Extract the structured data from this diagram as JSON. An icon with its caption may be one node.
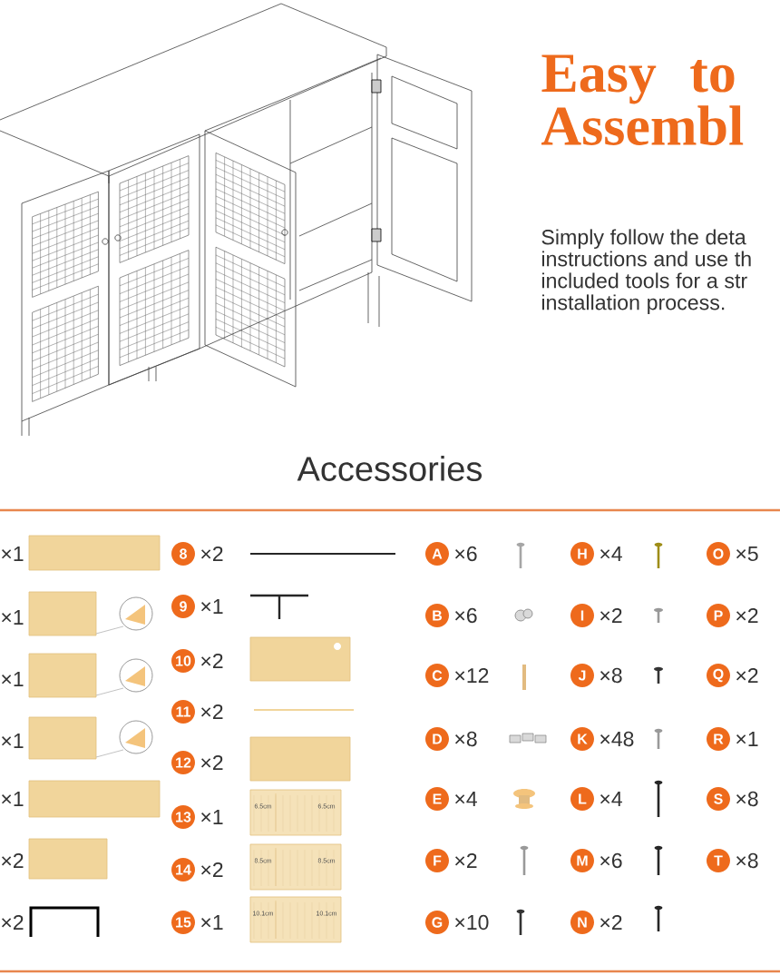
{
  "diagram": {
    "title": "Easy to Assembl",
    "nodes": [
      {
        "text": [
          "8"
        ],
        "beside": [
          "×2"
        ]
      },
      {
        "text": [
          "9"
        ],
        "beside": [
          "×1"
        ]
      },
      {
        "text": [
          "10"
        ],
        "beside": [
          "×2"
        ]
      },
      {
        "text": [
          "11"
        ],
        "beside": [
          "×2"
        ]
      },
      {
        "text": [
          "12"
        ],
        "beside": [
          "×2"
        ]
      },
      {
        "text": [
          "13"
        ],
        "beside": [
          "×1"
        ]
      },
      {
        "text": [
          "14"
        ],
        "beside": [
          "×2"
        ]
      },
      {
        "text": [
          "15"
        ],
        "beside": [
          "×1"
        ]
      },
      {
        "text": [
          "A"
        ],
        "beside": [
          "×6"
        ]
      },
      {
        "text": [
          "B"
        ],
        "beside": [
          "×6"
        ]
      },
      {
        "text": [
          "C"
        ],
        "beside": [
          "×12"
        ]
      },
      {
        "text": [
          "D"
        ],
        "beside": [
          "×8"
        ]
      },
      {
        "text": [
          "E"
        ],
        "beside": [
          "×4"
        ]
      },
      {
        "text": [
          "F"
        ],
        "beside": [
          "×2"
        ]
      },
      {
        "text": [
          "G"
        ],
        "beside": [
          "×10"
        ]
      },
      {
        "text": [
          "H"
        ],
        "beside": [
          "×4"
        ]
      },
      {
        "text": [
          "I"
        ],
        "beside": [
          "×2"
        ]
      },
      {
        "text": [
          "J"
        ],
        "beside": [
          "×8"
        ]
      },
      {
        "text": [
          "K"
        ],
        "beside": [
          "×48"
        ]
      },
      {
        "text": [
          "L"
        ],
        "beside": [
          "×4"
        ]
      },
      {
        "text": [
          "M"
        ],
        "beside": [
          "×6"
        ]
      },
      {
        "text": [
          "N"
        ],
        "beside": [
          "×2"
        ]
      },
      {
        "text": [
          "O"
        ],
        "beside": [
          "×5"
        ]
      },
      {
        "text": [
          "P"
        ],
        "beside": [
          "×2"
        ]
      },
      {
        "text": [
          "Q"
        ],
        "beside": [
          "×2"
        ]
      },
      {
        "text": [
          "R"
        ],
        "beside": [
          "×1"
        ]
      },
      {
        "text": [
          "S"
        ],
        "beside": [
          "×8"
        ]
      },
      {
        "text": [
          "T"
        ],
        "beside": [
          "×8"
        ]
      }
    ],
    "labels": [
      "Simply follow the deta instructions and use th included tools for a str installation process.",
      "Accessories",
      "×1",
      "×1",
      "×1",
      "×1",
      "×1",
      "×2",
      "×2",
      "6.5cm",
      "6.5cm",
      "8.5cm",
      "8.5cm",
      "10.1cm",
      "10.1cm"
    ]
  }
}
